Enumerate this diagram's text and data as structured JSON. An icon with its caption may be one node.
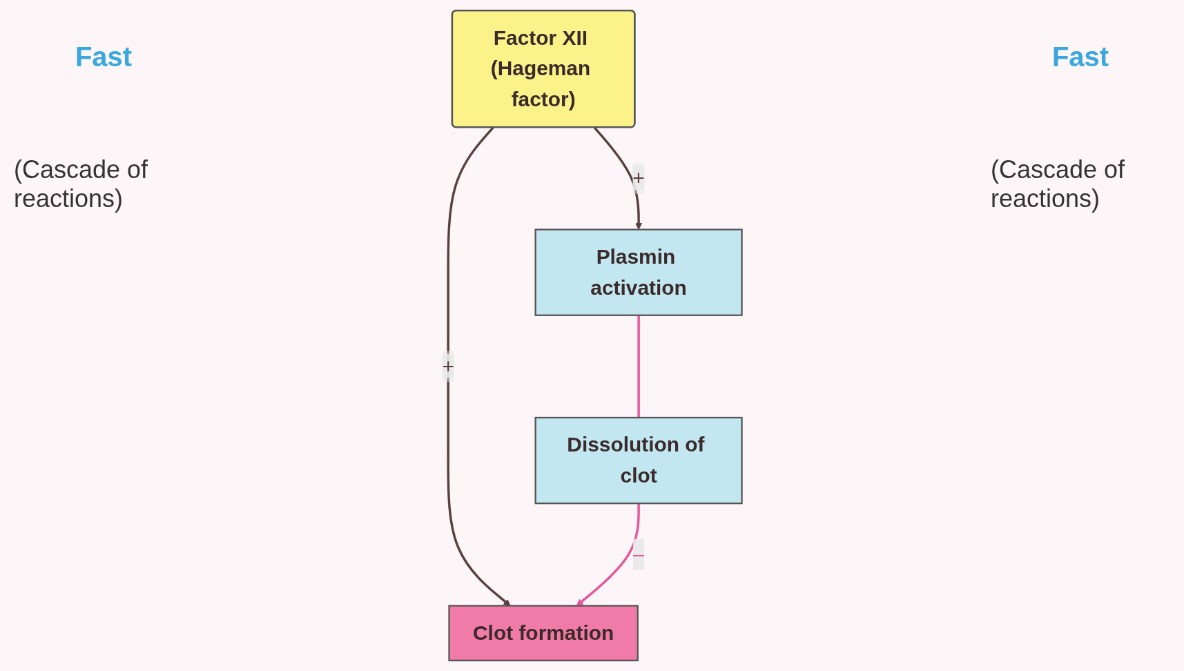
{
  "diagram": {
    "nodes": [
      {
        "text": [
          "Factor XII (Hageman factor)"
        ]
      },
      {
        "text": [
          "Clot formation"
        ]
      },
      {
        "text": [
          "Plasmin activation"
        ]
      },
      {
        "text": [
          "Dissolution of clot"
        ]
      }
    ],
    "edges": [
      {
        "from": 0,
        "to": 1,
        "arrow": "to",
        "label": "+"
      },
      {
        "from": 0,
        "to": 2,
        "arrow": "to",
        "label": "+"
      },
      {
        "from": 2,
        "to": 3,
        "arrow": "none",
        "color": "#e8559b"
      },
      {
        "from": 3,
        "to": 1,
        "arrow": "to",
        "label": "–",
        "color": "#e8559b"
      }
    ],
    "labels": [
      "Fast",
      "Fast",
      "(Cascade of reactions)",
      "(Cascade of reactions)"
    ]
  }
}
